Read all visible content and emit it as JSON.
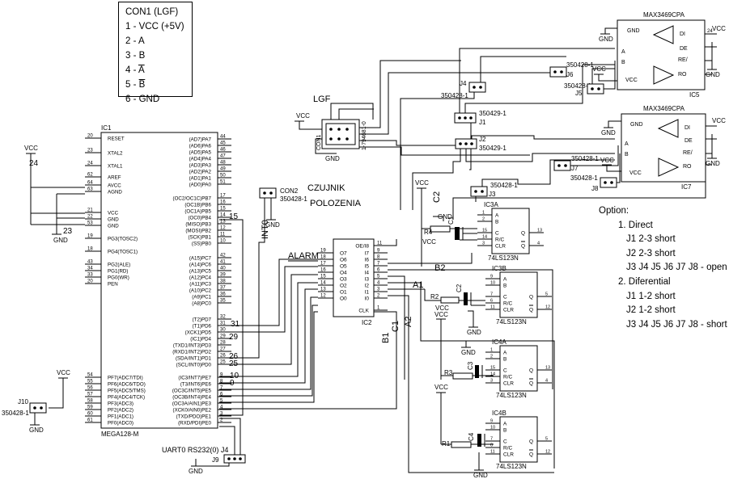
{
  "con1": {
    "title": "CON1  (LGF)",
    "lines": [
      "1 - VCC (+5V)",
      "2 - A",
      "3 - B",
      "4 - ",
      "5 - ",
      "6 - GND"
    ],
    "over4": "A",
    "over5": "B"
  },
  "options": {
    "title": "Option:",
    "direct": "1. Direct",
    "j1_direct": "J1 2-3 short",
    "j2_direct": "J2 2-3 short",
    "j3_direct": "J3 J4 J5 J6 J7 J8 - open",
    "diff": "2. Diferential",
    "j1_diff": "J1 1-2 short",
    "j2_diff": "J2 1-2 short",
    "j3_diff": "J3 J4 J5 J6 J7 J8 - short"
  },
  "labels": {
    "vcc": "VCC",
    "gnd": "GND",
    "lgf": "LGF",
    "con1_ref": "CON1",
    "con1_part": "1-794681-0",
    "conn_part": "350428-1",
    "conn_part2": "350429-1",
    "j1": "J1",
    "j2": "J2",
    "j3": "J3",
    "j4": "J4",
    "j5": "J5",
    "j6": "J6",
    "j7": "J7",
    "j8": "J8",
    "j9": "J9",
    "j10": "J10",
    "con2": "CON2",
    "czujnik": "CZUJNIK",
    "polozenia": "POLOZENIA",
    "int0": "INT0",
    "alarm": "ALARM",
    "ic1": "IC1",
    "ic1_part": "MEGA128-M",
    "ic2": "IC2",
    "max_part": "MAX3469CPA",
    "ic5": "IC5",
    "ic7": "IC7",
    "ic3a": "IC3A",
    "ic3b": "IC3B",
    "ic4a": "IC4A",
    "ic4b": "IC4B",
    "ls_part": "74LS123N",
    "r1": "R1",
    "r2": "R2",
    "r3": "R3",
    "r4": "R4",
    "c1": "C1",
    "c2": "C2",
    "c3": "C3",
    "c4": "C4",
    "net_a1": "A1",
    "net_a2": "A2",
    "net_b1": "B1",
    "net_b2": "B2",
    "net_c1": "C1",
    "net_c2": "C2",
    "n24": "24",
    "n23": "23",
    "n15": "15",
    "n31": "31",
    "n29": "29",
    "n26": "26",
    "n25": "25",
    "n10": "10",
    "n9": "9",
    "uart": "UART0 RS232(0) J4"
  },
  "ic1_pins": {
    "left": [
      [
        "20",
        "RESET"
      ],
      [
        "23",
        "XTAL2"
      ],
      [
        "24",
        "XTAL1"
      ],
      [
        "62",
        "AREF"
      ],
      [
        "64",
        "AVCC"
      ],
      [
        "63",
        "AGND"
      ],
      [
        "21",
        "VCC"
      ],
      [
        "22",
        "GND"
      ],
      [
        "53",
        "GND"
      ],
      [
        "19",
        "PG3(TOSC2)"
      ],
      [
        "18",
        "PG4(TOSC1)"
      ],
      [
        "43",
        "PG2(ALE)"
      ],
      [
        "34",
        "PG1(RD)"
      ],
      [
        "33",
        "PG0(WR)"
      ],
      [
        "20",
        "PEN"
      ],
      [
        "54",
        "PF7(ADC7/TDI)"
      ],
      [
        "55",
        "PF6(ADC6/TDO)"
      ],
      [
        "56",
        "PF5(ADC5/TMS)"
      ],
      [
        "57",
        "PF4(ADC4/TCK)"
      ],
      [
        "58",
        "PF3(ADC3)"
      ],
      [
        "59",
        "PF2(ADC2)"
      ],
      [
        "60",
        "PF1(ADC1)"
      ],
      [
        "61",
        "PF0(ADC0)"
      ]
    ],
    "right": [
      [
        "44",
        "(AD7)PA7"
      ],
      [
        "45",
        "(AD6)PA6"
      ],
      [
        "46",
        "(AD5)PA5"
      ],
      [
        "47",
        "(AD4)PA4"
      ],
      [
        "48",
        "(AD3)PA3"
      ],
      [
        "49",
        "(AD2)PA2"
      ],
      [
        "50",
        "(AD1)PA1"
      ],
      [
        "51",
        "(AD0)PA0"
      ],
      [
        "17",
        "(OC2/OC1C)PB7"
      ],
      [
        "16",
        "(OC1B)PB6"
      ],
      [
        "15",
        "(OC1A)PB5"
      ],
      [
        "14",
        "(OC0)PB4"
      ],
      [
        "13",
        "(MISO)PB3"
      ],
      [
        "12",
        "(MOSI)PB2"
      ],
      [
        "11",
        "(SCK)PB1"
      ],
      [
        "10",
        "(SS)PB0"
      ],
      [
        "42",
        "(A15)PC7"
      ],
      [
        "41",
        "(A14)PC6"
      ],
      [
        "40",
        "(A13)PC5"
      ],
      [
        "39",
        "(A12)PC4"
      ],
      [
        "38",
        "(A11)PC3"
      ],
      [
        "37",
        "(A10)PC2"
      ],
      [
        "36",
        "(A9)PC1"
      ],
      [
        "35",
        "(A8)PC0"
      ],
      [
        "32",
        "(T2)PD7"
      ],
      [
        "31",
        "(T1)PD6"
      ],
      [
        "30",
        "(XCK1)PD5"
      ],
      [
        "29",
        "(IC1)PD4"
      ],
      [
        "28",
        "(TXD1/INT3)PD3"
      ],
      [
        "27",
        "(RXD1/INT2)PD2"
      ],
      [
        "26",
        "(SDA/INT1)PD1"
      ],
      [
        "25",
        "(SCL/INT0)PD0"
      ],
      [
        "9",
        "(IC3/INT7)PE7"
      ],
      [
        "8",
        "(T3/INT6)PE6"
      ],
      [
        "7",
        "(OC3C/INT5)PE5"
      ],
      [
        "6",
        "(OC3B/INT4)PE4"
      ],
      [
        "5",
        "(OC3A/AIN1)PE3"
      ],
      [
        "4",
        "(XCK0/AIN0)PE2"
      ],
      [
        "3",
        "(TXD/PDO)PE1"
      ],
      [
        "2",
        "(RXD/PDI)PE0"
      ]
    ]
  },
  "ic2_pins": {
    "left": [
      [
        "19",
        "O7"
      ],
      [
        "18",
        "O6"
      ],
      [
        "17",
        "O5"
      ],
      [
        "16",
        "O4"
      ],
      [
        "15",
        "O3"
      ],
      [
        "14",
        "O2"
      ],
      [
        "13",
        "O1"
      ],
      [
        "12",
        "O0"
      ]
    ],
    "right": [
      [
        "11",
        "OE/I8"
      ],
      [
        "9",
        "I7"
      ],
      [
        "8",
        "I6"
      ],
      [
        "7",
        "I5"
      ],
      [
        "6",
        "I4"
      ],
      [
        "5",
        "I3"
      ],
      [
        "4",
        "I2"
      ],
      [
        "3",
        "I1"
      ],
      [
        "2",
        "I0"
      ],
      [
        "1",
        "CLK"
      ]
    ]
  },
  "ls_pins": {
    "a": "A",
    "b": "B",
    "c": "C",
    "rc": "R/C",
    "clr": "CLR",
    "q": "Q",
    "qbar": "Q"
  },
  "max_pins": {
    "gnd": "GND",
    "vcc": "VCC",
    "di": "DI",
    "de": "DE",
    "re": "RE/",
    "ro": "RO",
    "a": "A",
    "b": "B"
  }
}
